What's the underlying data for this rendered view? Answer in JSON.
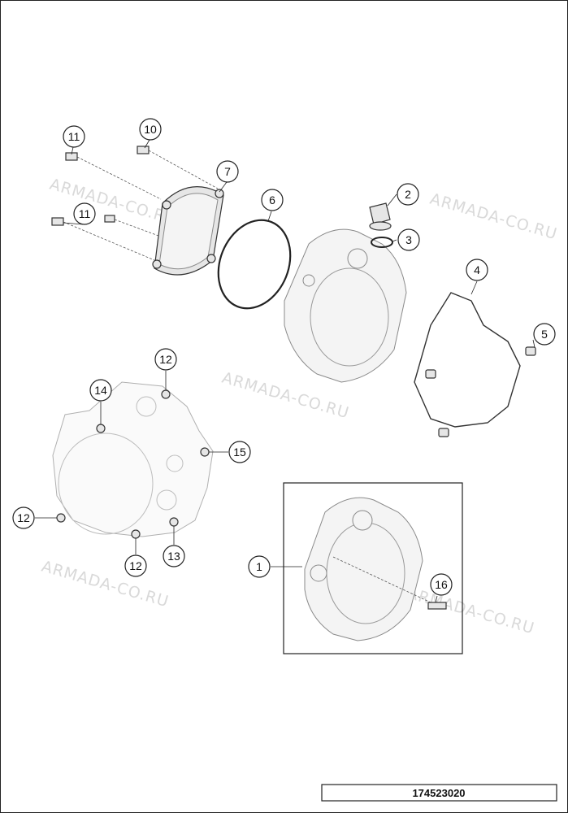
{
  "watermark": "ARMADA-CO.RU",
  "drawing_number": "174523020",
  "callouts": {
    "c1": "1",
    "c2": "2",
    "c3": "3",
    "c4": "4",
    "c5": "5",
    "c6": "6",
    "c7": "7",
    "c10": "10",
    "c11a": "11",
    "c11b": "11",
    "c12a": "12",
    "c12b": "12",
    "c12c": "12",
    "c13": "13",
    "c14": "14",
    "c15": "15",
    "c16": "16"
  }
}
